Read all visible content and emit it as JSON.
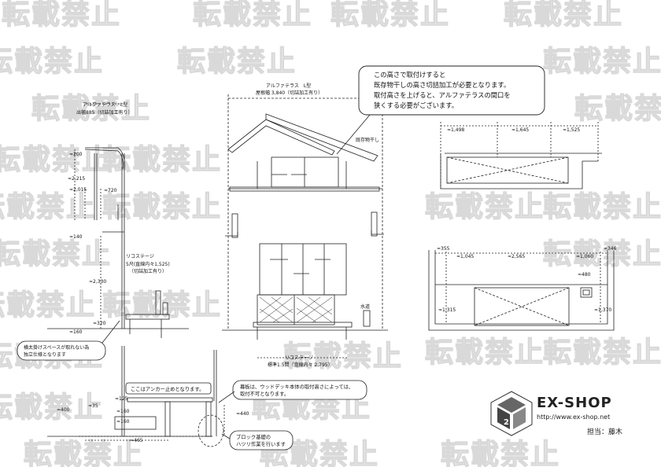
{
  "watermark": "転載禁止",
  "left_section": {
    "product": "アルファテラス　L型",
    "depth": "出幅885（切詰加工有り）",
    "dims": [
      "≈200",
      "≈2,215",
      "≈2,015",
      "≈720",
      "≈140",
      "≈2,330",
      "≈160",
      "≈320"
    ],
    "deck": "リコステージ",
    "deck_spec": "5尺(直線内々1,525)",
    "deck_note": "（切詰加工有り）",
    "note": [
      "横太掛けスペースが取れない為",
      "独立仕様となります"
    ]
  },
  "elevation": {
    "product": "アルファテラス　L型",
    "width": "屋根幅 3,840（切詰加工有り）",
    "existing": "既存物干し",
    "water": "水道",
    "deck": "リコステージ",
    "deck_spec": "標準1.5間（直線内々 2,795）"
  },
  "callout_main": [
    "この高さで取付けすると",
    "既存物干しの高さ切詰加工が必要となります。",
    "取付高さを上げると、アルファテラスの間口を",
    "狭くする必要がございます。"
  ],
  "plan_top": {
    "dims": [
      "≈1,498",
      "≈1,645",
      "≈1,525"
    ]
  },
  "plan_bottom": {
    "dims": [
      "≈355",
      "≈1,045",
      "≈2,565",
      "≈1,060",
      "≈346",
      "≈480",
      "≈1,315",
      "≈1,370"
    ]
  },
  "detail": {
    "dims": [
      "≈125",
      "≈35",
      "≈160",
      "≈160",
      "≈400",
      "≈440",
      "≈465"
    ],
    "anchor_note": "ここはアンカー止めとなります。",
    "fence_note": [
      "幕板は、ウッドデッキ本体の取付高さによっては、",
      "取付不可となります。"
    ],
    "block_note": [
      "ブロック基礎の",
      "ハツリ作業を行います"
    ]
  },
  "logo": {
    "brand": "EX-SHOP",
    "url": "http://www.ex-shop.net",
    "person": "担当：藤木"
  }
}
